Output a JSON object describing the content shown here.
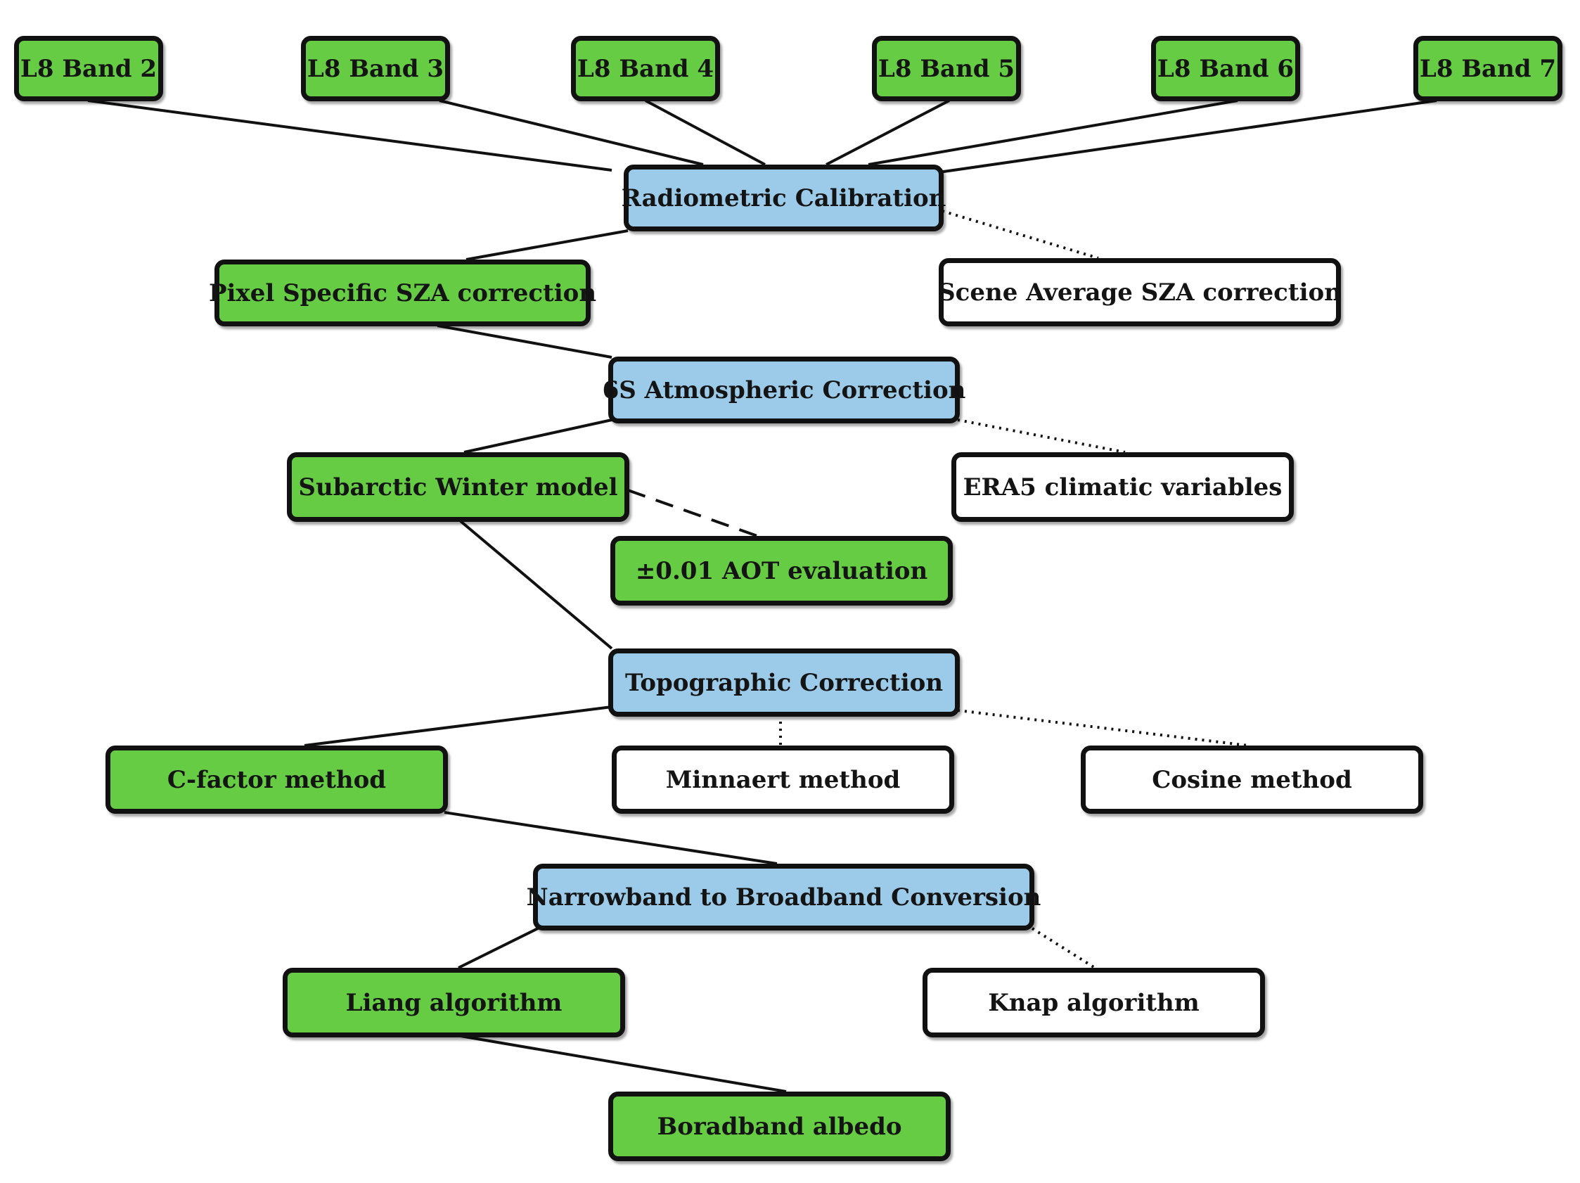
{
  "colors": {
    "selected_step": "#66cc44",
    "process_step": "#9ccbe9",
    "alternative_step": "#ffffff",
    "outline": "#111111"
  },
  "nodes": {
    "band2": "L8 Band 2",
    "band3": "L8 Band 3",
    "band4": "L8 Band 4",
    "band5": "L8 Band 5",
    "band6": "L8 Band 6",
    "band7": "L8 Band 7",
    "radiometric": "Radiometric Calibration",
    "pixel_sza": "Pixel Specific SZA correction",
    "scene_sza": "Scene Average SZA correction",
    "atmospheric": "6S Atmospheric Correction",
    "subarctic": "Subarctic Winter model",
    "era5": "ERA5 climatic variables",
    "aot": "±0.01 AOT evaluation",
    "topographic": "Topographic Correction",
    "cfactor": "C-factor method",
    "minnaert": "Minnaert method",
    "cosine": "Cosine method",
    "narrowband": "Narrowband to Broadband Conversion",
    "liang": "Liang algorithm",
    "knap": "Knap algorithm",
    "broadband": "Boradband albedo"
  },
  "edges": [
    {
      "from": "band2",
      "to": "radiometric",
      "style": "solid"
    },
    {
      "from": "band3",
      "to": "radiometric",
      "style": "solid"
    },
    {
      "from": "band4",
      "to": "radiometric",
      "style": "solid"
    },
    {
      "from": "band5",
      "to": "radiometric",
      "style": "solid"
    },
    {
      "from": "band6",
      "to": "radiometric",
      "style": "solid"
    },
    {
      "from": "band7",
      "to": "radiometric",
      "style": "solid"
    },
    {
      "from": "radiometric",
      "to": "pixel_sza",
      "style": "solid"
    },
    {
      "from": "radiometric",
      "to": "scene_sza",
      "style": "dotted"
    },
    {
      "from": "pixel_sza",
      "to": "atmospheric",
      "style": "solid"
    },
    {
      "from": "atmospheric",
      "to": "subarctic",
      "style": "solid"
    },
    {
      "from": "atmospheric",
      "to": "era5",
      "style": "dotted"
    },
    {
      "from": "subarctic",
      "to": "aot",
      "style": "dashed"
    },
    {
      "from": "subarctic",
      "to": "topographic",
      "style": "solid"
    },
    {
      "from": "topographic",
      "to": "cfactor",
      "style": "solid"
    },
    {
      "from": "topographic",
      "to": "minnaert",
      "style": "dotted"
    },
    {
      "from": "topographic",
      "to": "cosine",
      "style": "dotted"
    },
    {
      "from": "cfactor",
      "to": "narrowband",
      "style": "solid"
    },
    {
      "from": "narrowband",
      "to": "liang",
      "style": "solid"
    },
    {
      "from": "narrowband",
      "to": "knap",
      "style": "dotted"
    },
    {
      "from": "liang",
      "to": "broadband",
      "style": "solid"
    }
  ]
}
